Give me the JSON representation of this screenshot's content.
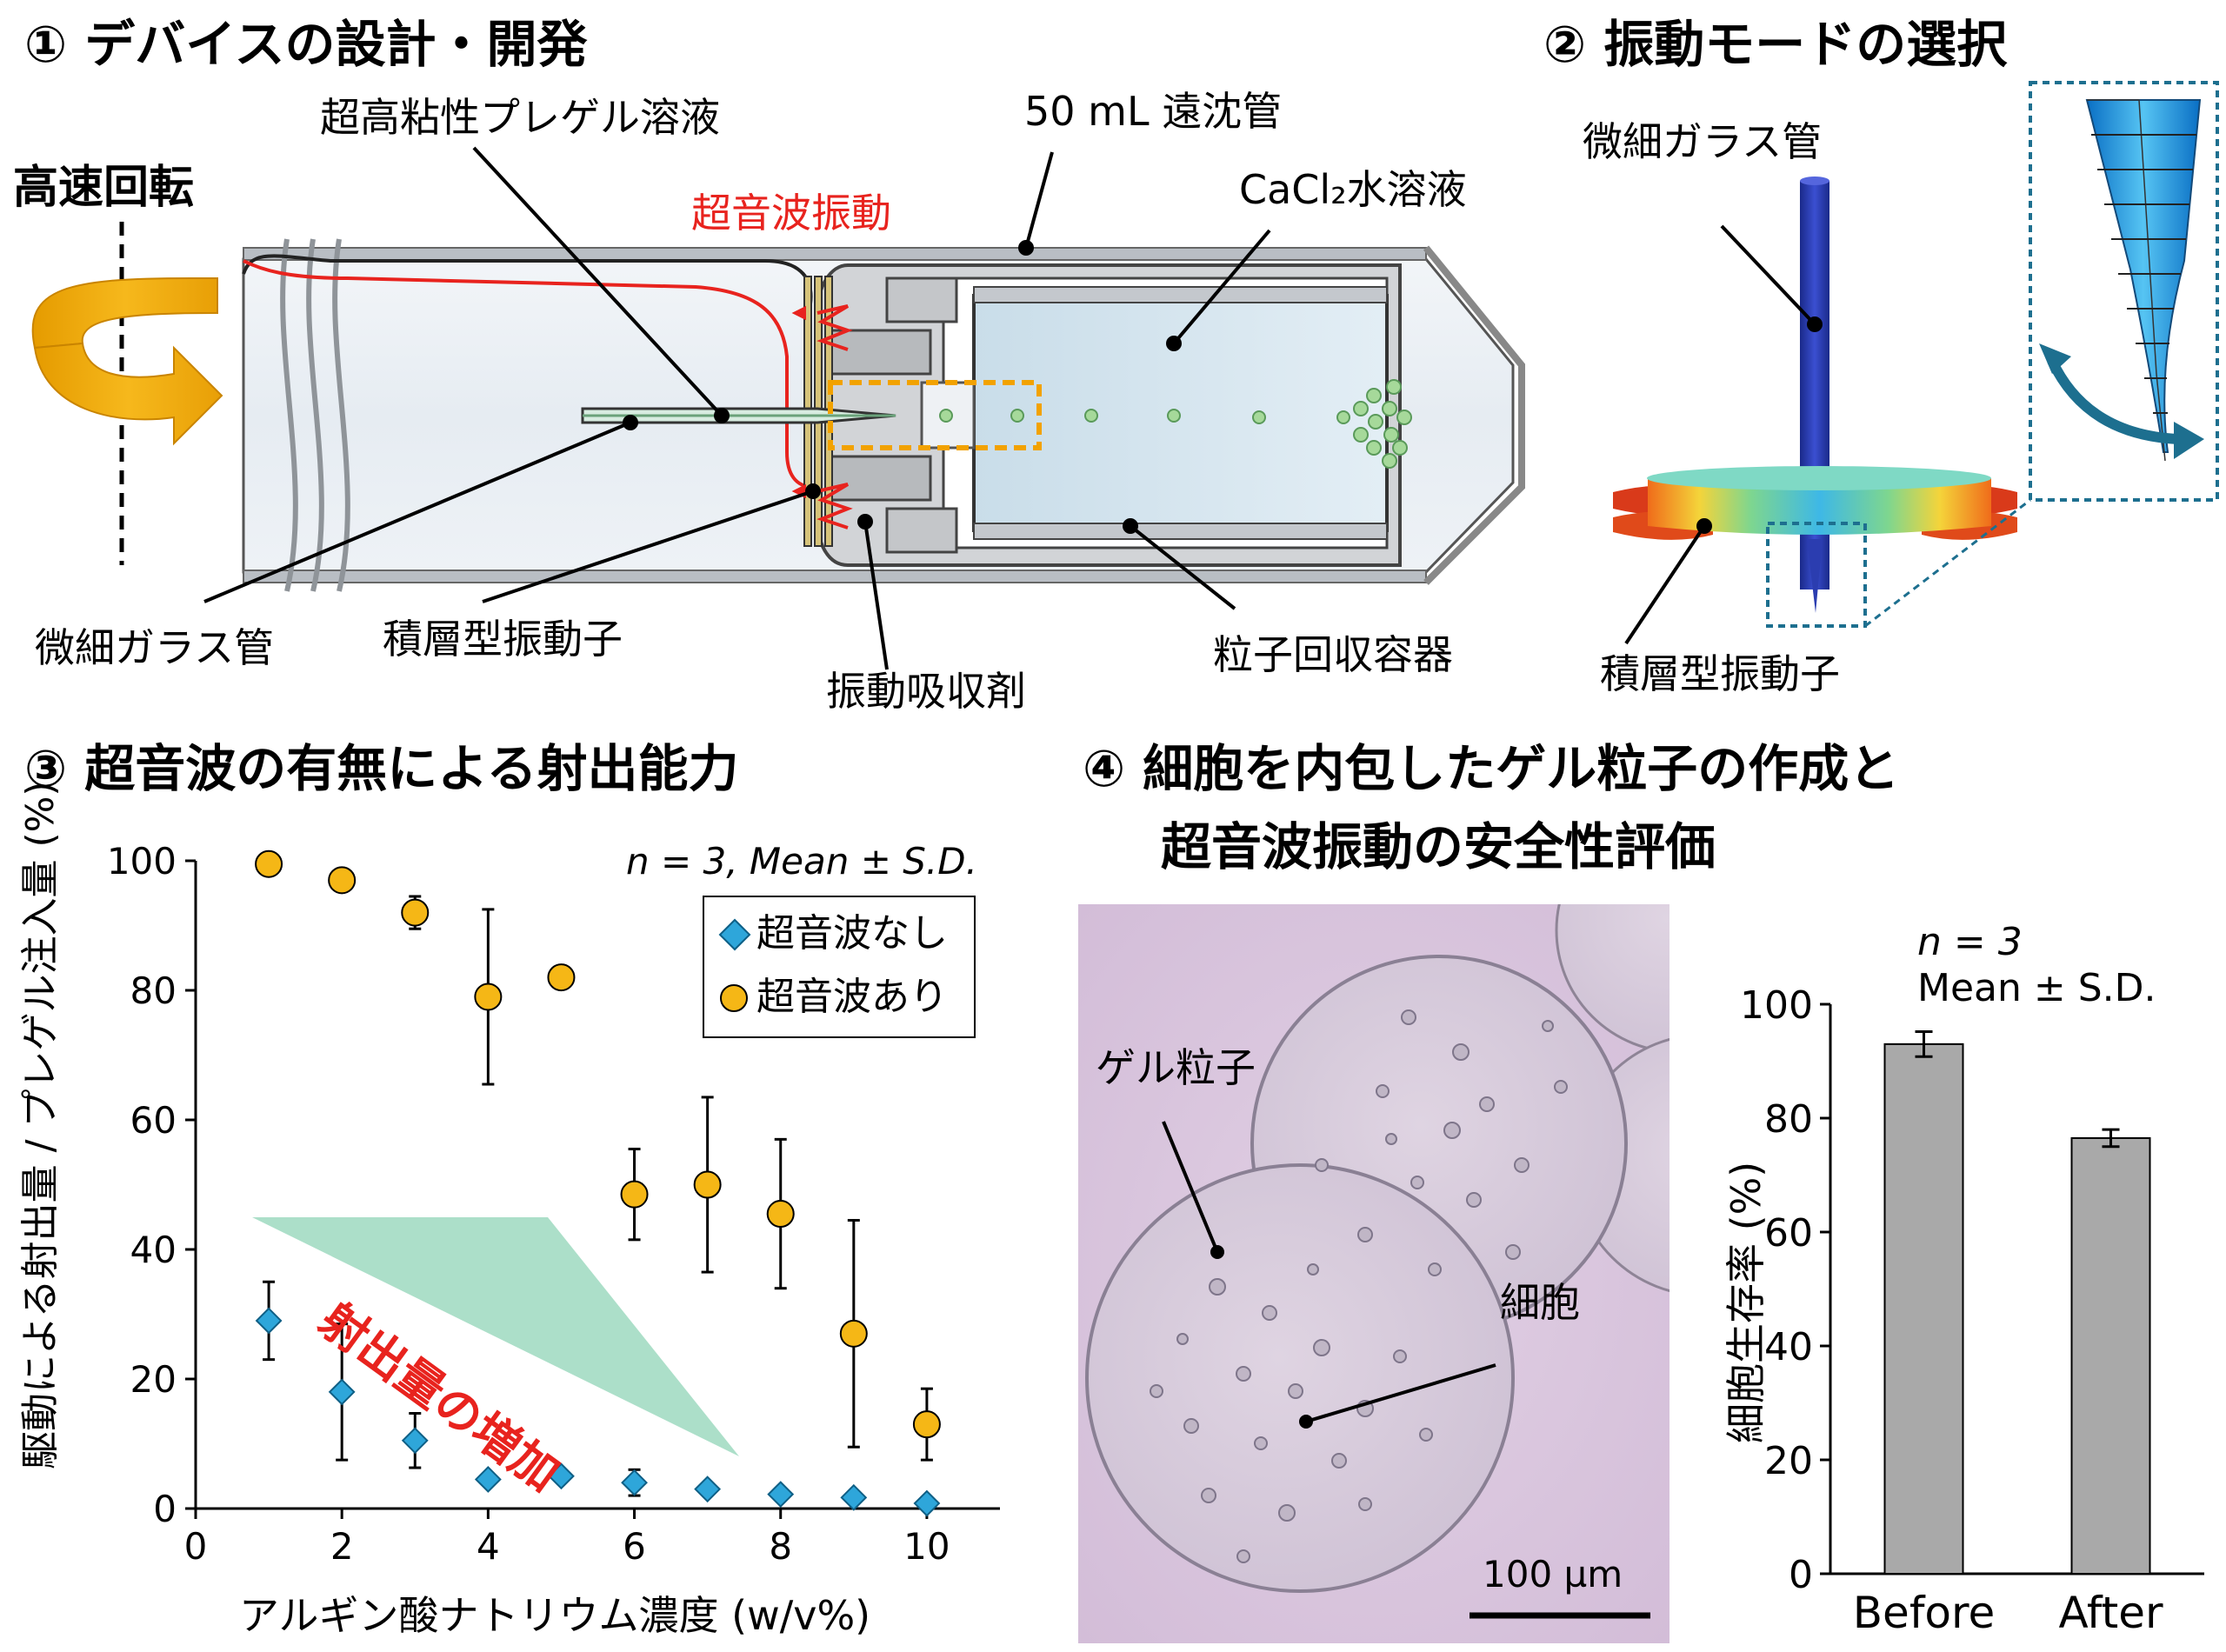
{
  "headings": {
    "p1": "① デバイスの設計・開発",
    "p2": "② 振動モードの選択",
    "p3": "③ 超音波の有無による射出能力",
    "p4_line1": "④ 細胞を内包したゲル粒子の作成と",
    "p4_line2": "超音波振動の安全性評価"
  },
  "panel1": {
    "rotation_label": "高速回転",
    "prepolymer_label": "超高粘性プレゲル溶液",
    "tube_label": "50 mL 遠沈管",
    "ultrasonic_label": "超音波振動",
    "cacl2_label": "CaCl₂水溶液",
    "glass_tube_label": "微細ガラス管",
    "piezo_label": "積層型振動子",
    "absorber_label": "振動吸収剤",
    "collector_label": "粒子回収容器"
  },
  "panel2": {
    "glass_tube_label": "微細ガラス管",
    "piezo_label": "積層型振動子"
  },
  "colors": {
    "orange_marker": "#F5B716",
    "blue_marker": "#2EA6DA",
    "ultrasonic_red": "#E8231E",
    "bar_gray": "#A9A9A9",
    "triangle_green": "#9ED9C0",
    "teal_arrow": "#1D6F8F",
    "micrograph_bg": "#D9C5DD"
  },
  "chart_data": [
    {
      "type": "scatter",
      "title": "③ 超音波の有無による射出能力",
      "annotation": "n = 3, Mean ± S.D.",
      "xlabel": "アルギン酸ナトリウム濃度 (w/v%)",
      "ylabel": "駆動による射出量 / プレゲル注入量 (%)",
      "xlim": [
        0,
        11
      ],
      "ylim": [
        0,
        100
      ],
      "xticks": [
        "0",
        "2",
        "4",
        "6",
        "8",
        "10"
      ],
      "yticks": [
        "0",
        "20",
        "40",
        "60",
        "80",
        "100"
      ],
      "arrow_label": "射出量の増加",
      "legend_position": "top-right",
      "series": [
        {
          "name": "超音波なし",
          "marker": "diamond",
          "x": [
            1,
            2,
            3,
            4,
            5,
            6,
            7,
            8,
            9,
            10
          ],
          "y": [
            29,
            18,
            10.5,
            4.5,
            5,
            4,
            3,
            2.2,
            1.7,
            0.8
          ],
          "err": [
            6,
            10.5,
            4.2,
            0,
            0,
            2,
            0,
            0,
            0,
            0
          ]
        },
        {
          "name": "超音波あり",
          "marker": "circle",
          "x": [
            1,
            2,
            3,
            4,
            5,
            6,
            7,
            8,
            9,
            10
          ],
          "y": [
            99.5,
            97,
            92,
            79,
            82,
            48.5,
            50,
            45.5,
            27,
            13
          ],
          "err": [
            0,
            0,
            2.5,
            13.5,
            0,
            7,
            13.5,
            11.5,
            17.5,
            5.5
          ]
        }
      ]
    },
    {
      "type": "bar",
      "annotation_line1": "n = 3",
      "annotation_line2": "Mean ± S.D.",
      "ylabel": "細胞生存率 (%)",
      "ylim": [
        0,
        100
      ],
      "yticks": [
        "0",
        "20",
        "40",
        "60",
        "80",
        "100"
      ],
      "categories": [
        "Before",
        "After"
      ],
      "values": [
        93,
        76.5
      ],
      "err": [
        2.2,
        1.5
      ]
    }
  ],
  "micrograph": {
    "gel_particle_label": "ゲル粒子",
    "cell_label": "細胞",
    "scalebar_label": "100 µm"
  }
}
